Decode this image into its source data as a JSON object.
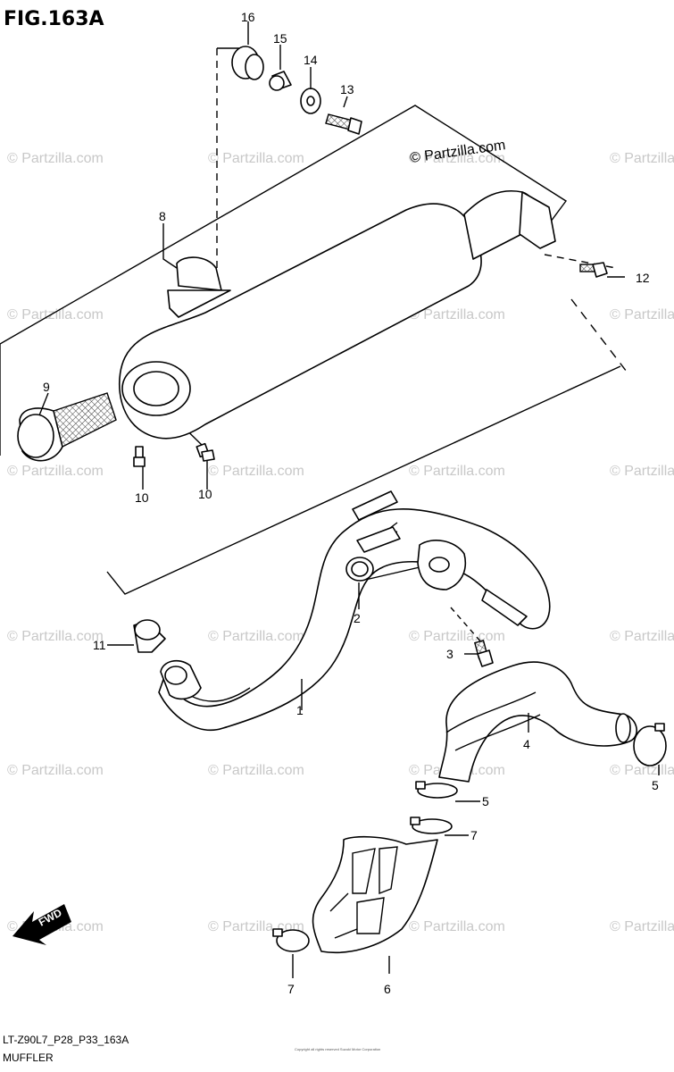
{
  "figure_title": "FIG.163A",
  "section_name": "MUFFLER",
  "model_code": "LT-Z90L7_P28_P33_163A",
  "credit_watermark": "© Partzilla.com",
  "copyright_fine_print": "Copyright all rights reserved Suzuki Motor Corporation",
  "fwd_label": "FWD",
  "callouts": [
    "1",
    "2",
    "3",
    "4",
    "5",
    "5",
    "6",
    "7",
    "7",
    "8",
    "9",
    "10",
    "10",
    "11",
    "12",
    "13",
    "14",
    "15",
    "16"
  ]
}
